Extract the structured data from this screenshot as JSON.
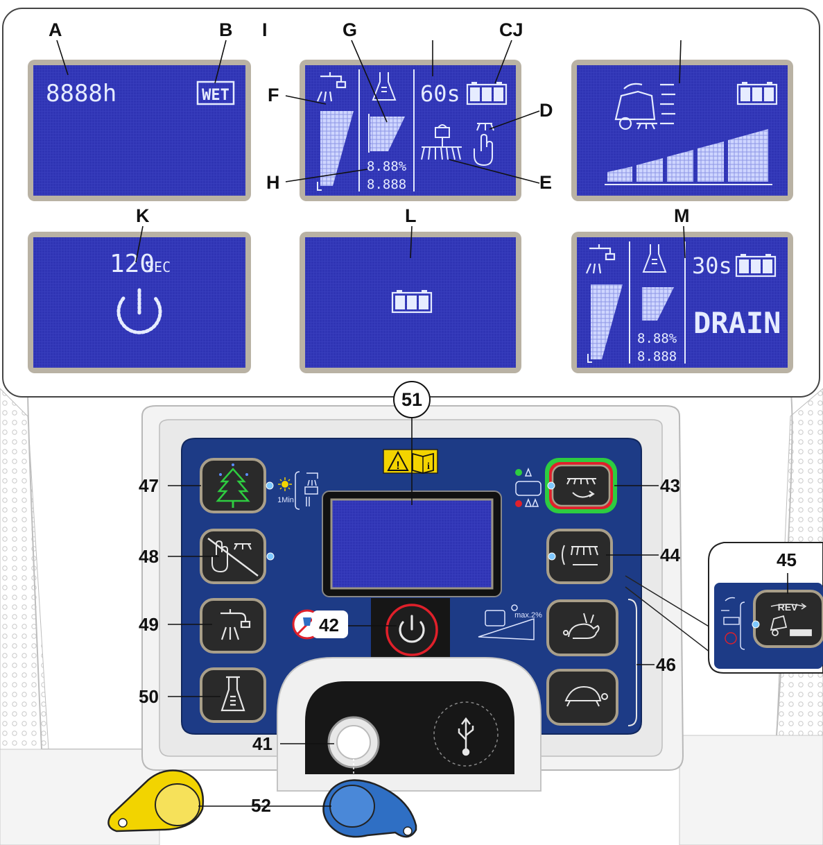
{
  "colors": {
    "lcd_blue": "#2f34b4",
    "lcd_grid": "#4a50c8",
    "lcd_frame": "#b9b2a4",
    "panel_blue": "#1d3b86",
    "button_frame": "#a99f8a",
    "green_ring": "#2ecc40",
    "red_ring": "#e0202a",
    "key_yellow": "#f2d400",
    "key_blue": "#2f6fc4",
    "warning_yellow": "#f3d400"
  },
  "screens": {
    "s1": {
      "hours": "8888h",
      "wet": "WET"
    },
    "s2": {
      "timer": "60s",
      "percent": "8.88%",
      "value": "8.888"
    },
    "s4": {
      "countdown": "120",
      "unit": "SEC"
    },
    "s6": {
      "timer": "30s",
      "drain": "DRAIN",
      "percent": "8.88%",
      "value": "8.888"
    }
  },
  "callouts": {
    "A": "A",
    "B": "B",
    "I": "I",
    "G": "G",
    "CJ": "CJ",
    "F": "F",
    "D": "D",
    "H": "H",
    "E": "E",
    "K": "K",
    "L": "L",
    "M": "M"
  },
  "panel": {
    "display_label": "51",
    "buttons": {
      "b47": {
        "num": "47",
        "icon": "pine-tree-icon"
      },
      "b48": {
        "num": "48",
        "icon": "no-touch-spray-icon"
      },
      "b49": {
        "num": "49",
        "icon": "water-tap-icon"
      },
      "b50": {
        "num": "50",
        "icon": "detergent-flask-icon"
      },
      "b43": {
        "num": "43",
        "icon": "brush-rotate-icon"
      },
      "b44": {
        "num": "44",
        "icon": "brush-side-icon"
      },
      "b45": {
        "num": "45",
        "icon": "reverse-icon",
        "text": "REV"
      },
      "b46": {
        "num": "46",
        "fast_icon": "rabbit-icon",
        "slow_icon": "turtle-icon"
      },
      "b42": {
        "num": "42",
        "icon": "power-icon"
      },
      "b41": {
        "num": "41",
        "icon": "key-socket-icon"
      },
      "b52": {
        "num": "52",
        "icon": "key-icon"
      }
    },
    "side_text": {
      "one_min": "1Min",
      "max_slope": "max.2%"
    }
  }
}
